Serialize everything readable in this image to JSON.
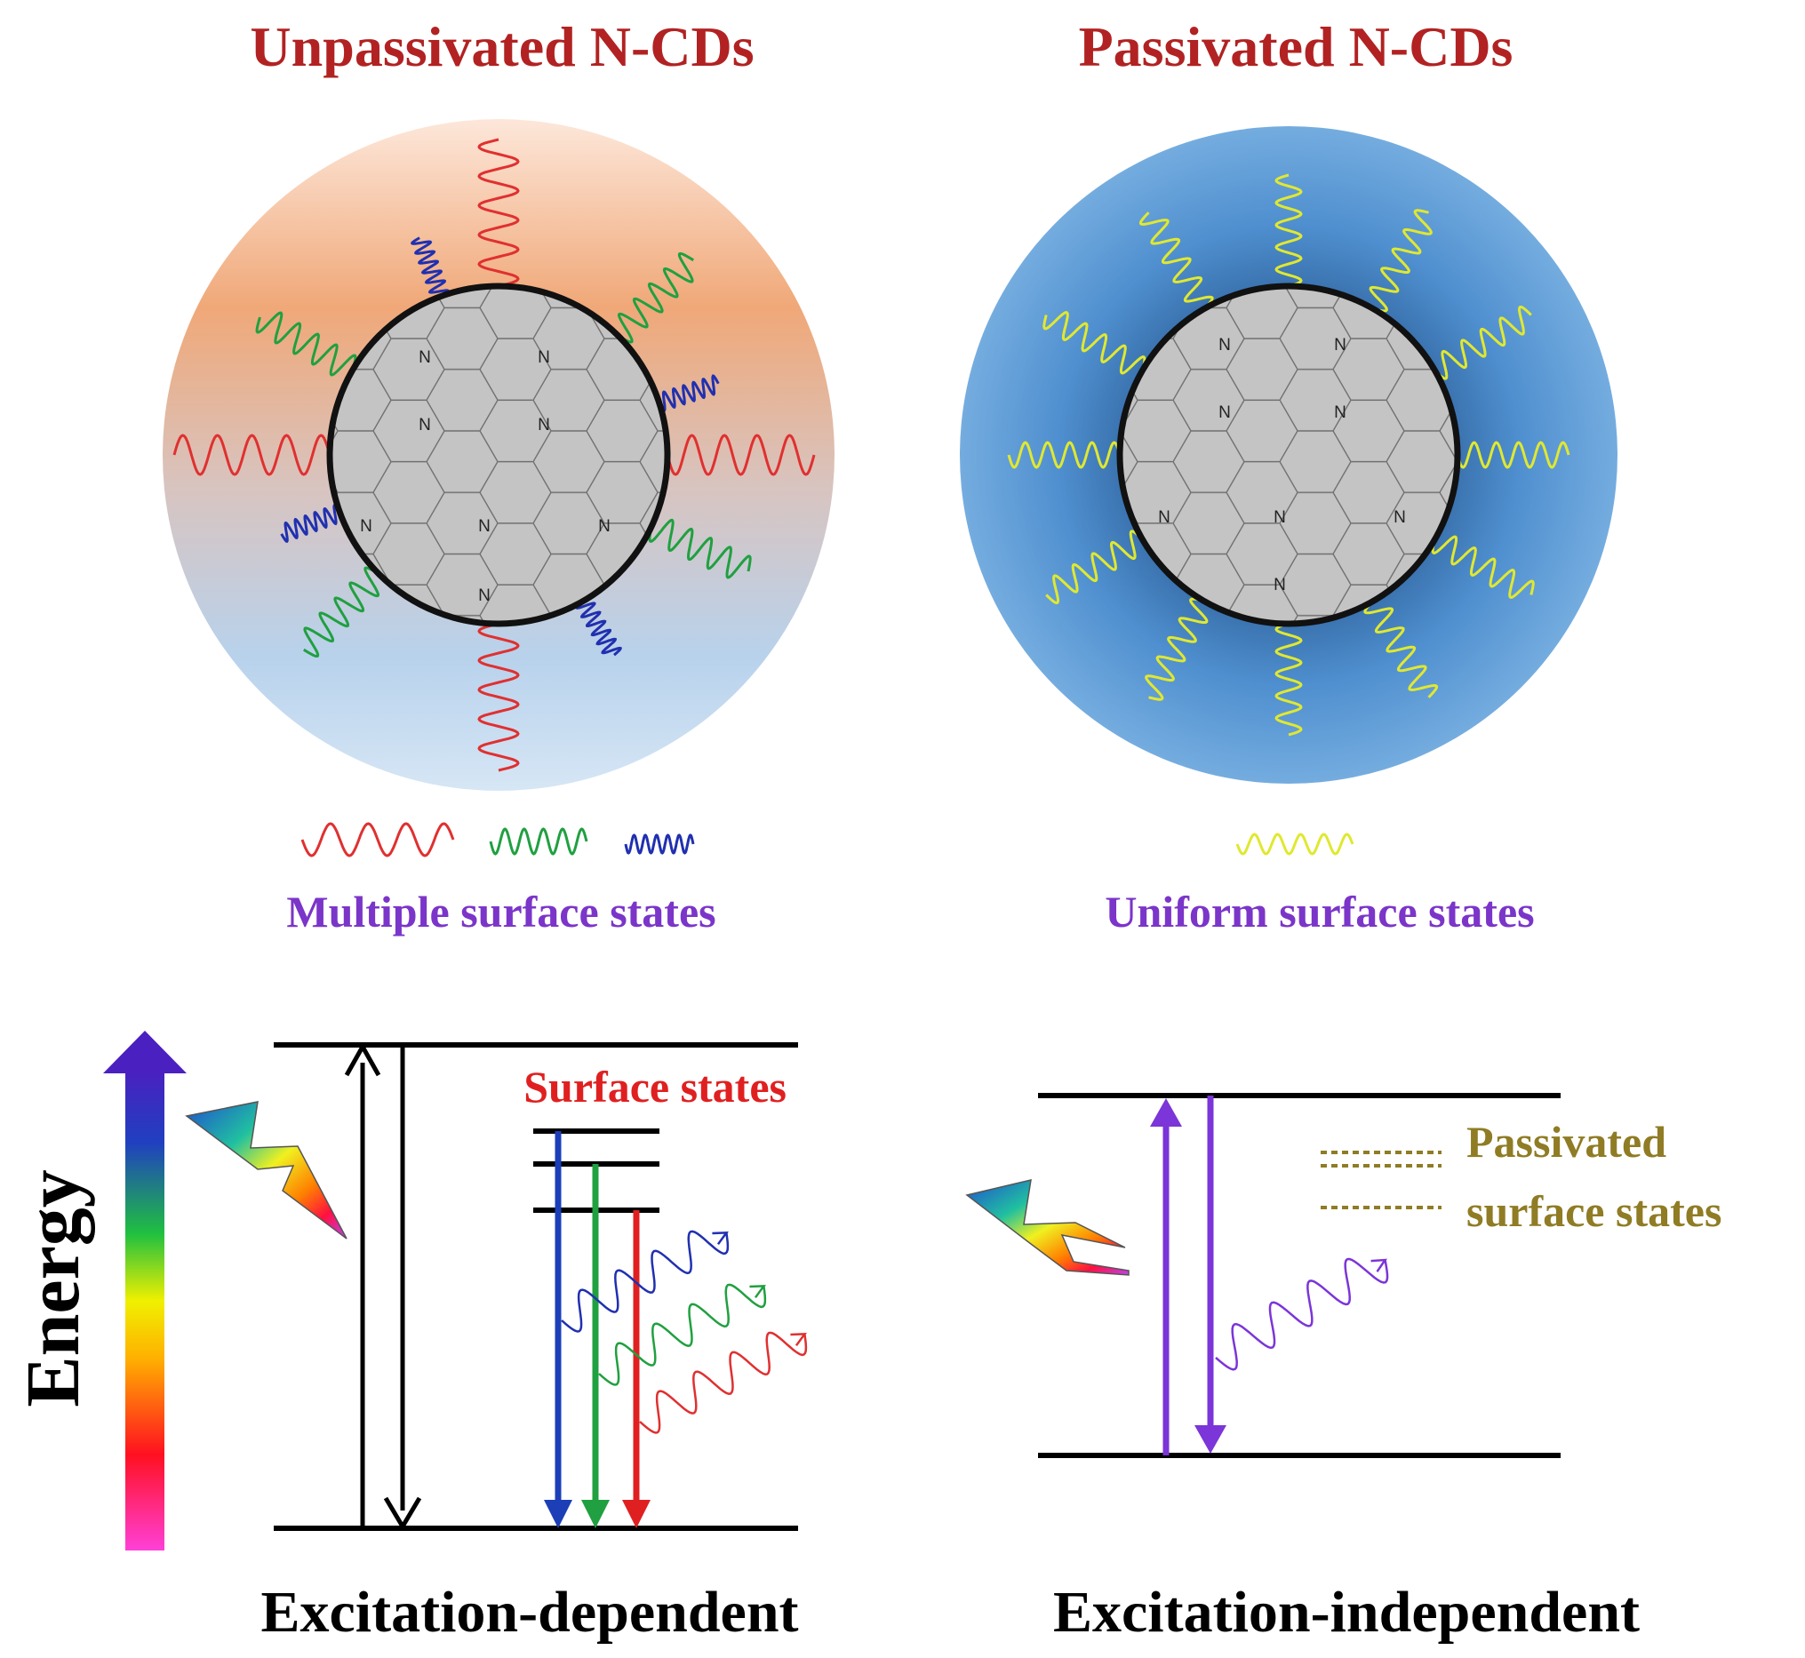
{
  "panels": {
    "unpassivated": {
      "title": "Unpassivated N-CDs",
      "caption": "Multiple surface states",
      "bottom_label": "Excitation-dependent",
      "surface_states_label": "Surface states"
    },
    "passivated": {
      "title": "Passivated N-CDs",
      "caption": "Uniform surface states",
      "bottom_label": "Excitation-independent",
      "passivated_label_line1": "Passivated",
      "passivated_label_line2": "surface states"
    }
  },
  "energy_axis_label": "Energy",
  "atom_label": "N",
  "colors": {
    "title": "#b22222",
    "caption": "#7b35c9",
    "surface_states": "#e02020",
    "passivated_states": "#8f7c24",
    "red_wave": "#e03030",
    "green_wave": "#20a040",
    "blue_wave": "#2030b0",
    "yellow_wave": "#e0e830",
    "purple_arrow": "#7b35d8",
    "core_fill": "#c4c4c4"
  },
  "icons": [
    "lightning-bolt-icon",
    "energy-gradient-arrow-icon"
  ]
}
